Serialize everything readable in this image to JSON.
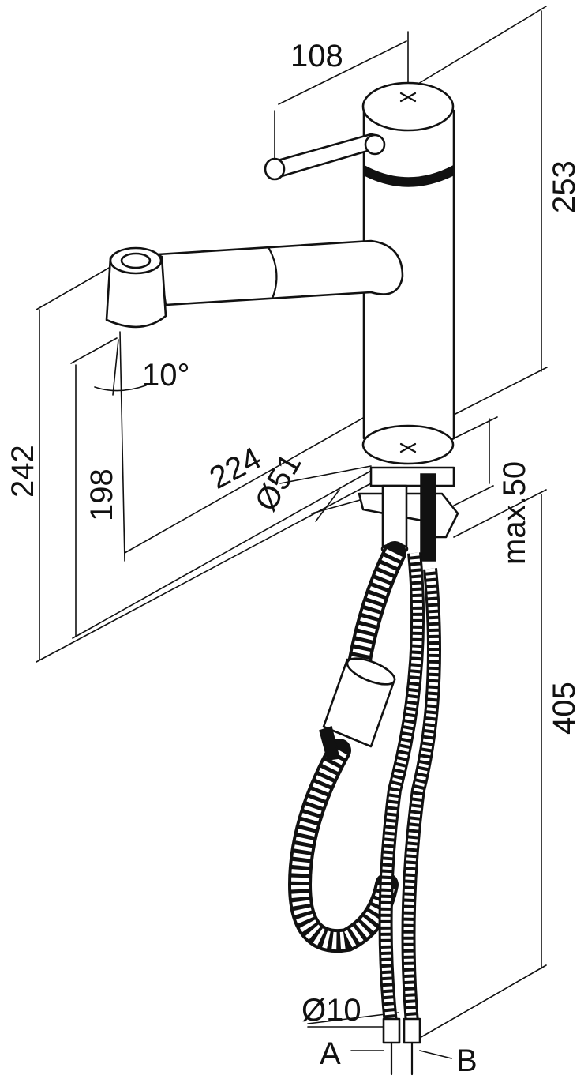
{
  "dimensions": {
    "lever_reach": "108",
    "total_height": "253",
    "spout_height_max": "242",
    "spout_height_min": "198",
    "spout_reach": "224",
    "tilt_angle": "10°",
    "base_diameter": "Ø51",
    "counter_thickness": "max.50",
    "hose_length": "405",
    "hose_diameter": "Ø10"
  },
  "connections": {
    "a": "A",
    "b": "B"
  },
  "colors": {
    "line": "#111111",
    "background": "#ffffff"
  }
}
